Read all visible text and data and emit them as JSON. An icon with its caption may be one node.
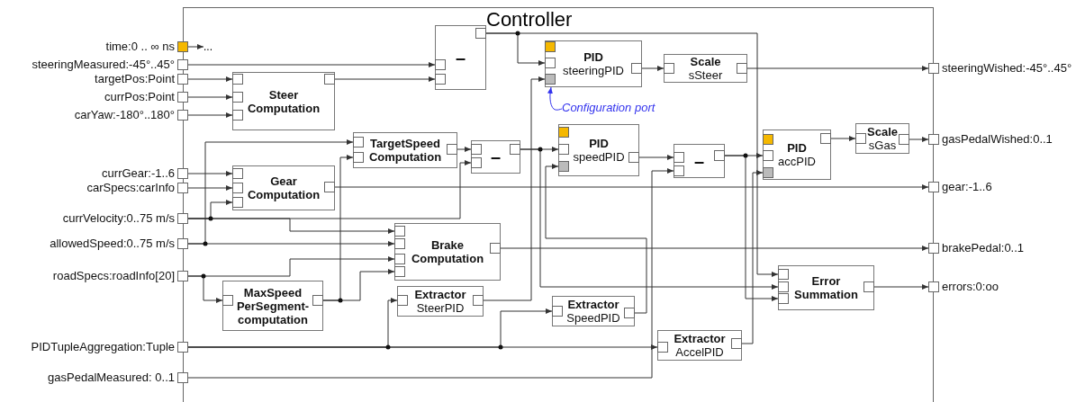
{
  "diagram": {
    "nodes": [
      {
        "text": [
          "Controller"
        ]
      },
      {
        "text": [
          "time:0 .. ∞ ns"
        ]
      },
      {
        "text": [
          "steeringMeasured:-45°..45°"
        ]
      },
      {
        "text": [
          "targetPos:Point"
        ]
      },
      {
        "text": [
          "currPos:Point"
        ]
      },
      {
        "text": [
          "carYaw:-180°..180°"
        ]
      },
      {
        "text": [
          "currGear:-1..6"
        ]
      },
      {
        "text": [
          "carSpecs:carInfo"
        ]
      },
      {
        "text": [
          "currVelocity:0..75 m/s"
        ]
      },
      {
        "text": [
          "allowedSpeed:0..75 m/s"
        ]
      },
      {
        "text": [
          "roadSpecs:roadInfo[20]"
        ]
      },
      {
        "text": [
          "PIDTupleAggregation:Tuple"
        ]
      },
      {
        "text": [
          "gasPedalMeasured: 0..1"
        ]
      },
      {
        "text": [
          "steeringWished:-45°..45°"
        ]
      },
      {
        "text": [
          "gasPedalWished:0..1"
        ]
      },
      {
        "text": [
          "gear:-1..6"
        ]
      },
      {
        "text": [
          "brakePedal:0..1"
        ]
      },
      {
        "text": [
          "errors:0:oo"
        ]
      },
      {
        "text": [
          "Steer Computation"
        ],
        "in": 0
      },
      {
        "text": [
          "–"
        ],
        "in": 0
      },
      {
        "text": [
          "PID",
          "steeringPID"
        ],
        "in": 0
      },
      {
        "text": [
          "Scale",
          "sSteer"
        ],
        "in": 0
      },
      {
        "text": [
          "TargetSpeed Computation"
        ],
        "in": 0
      },
      {
        "text": [
          "–"
        ],
        "in": 0
      },
      {
        "text": [
          "PID",
          "speedPID"
        ],
        "in": 0
      },
      {
        "text": [
          "–"
        ],
        "in": 0
      },
      {
        "text": [
          "PID",
          "accPID"
        ],
        "in": 0
      },
      {
        "text": [
          "Scale",
          "sGas"
        ],
        "in": 0
      },
      {
        "text": [
          "Gear Computation"
        ],
        "in": 0
      },
      {
        "text": [
          "Brake Computation"
        ],
        "in": 0
      },
      {
        "text": [
          "MaxSpeed PerSegment-computation"
        ],
        "in": 0
      },
      {
        "text": [
          "Error Summation"
        ],
        "in": 0
      },
      {
        "text": [
          "Extractor",
          "SteerPID"
        ],
        "in": 0
      },
      {
        "text": [
          "Extractor",
          "SpeedPID"
        ],
        "in": 0
      },
      {
        "text": [
          "Extractor",
          "AccelPID"
        ],
        "in": 0
      },
      {
        "text": [
          "..."
        ],
        "in": 0
      },
      {
        "text": [
          "Configuration port"
        ],
        "in": 0
      }
    ],
    "edges": [
      {
        "from": 1,
        "to": 35,
        "arrow": "to"
      },
      {
        "from": 2,
        "to": 19,
        "arrow": "to"
      },
      {
        "from": 3,
        "to": 18,
        "arrow": "to"
      },
      {
        "from": 4,
        "to": 18,
        "arrow": "to"
      },
      {
        "from": 5,
        "to": 18,
        "arrow": "to"
      },
      {
        "from": 18,
        "to": 19,
        "arrow": "to"
      },
      {
        "from": 19,
        "to": 20,
        "arrow": "to"
      },
      {
        "from": 19,
        "to": 31,
        "arrow": "to"
      },
      {
        "from": 20,
        "to": 21,
        "arrow": "to"
      },
      {
        "from": 21,
        "to": 13,
        "arrow": "to"
      },
      {
        "from": 9,
        "to": 22,
        "arrow": "to"
      },
      {
        "from": 30,
        "to": 22,
        "arrow": "to"
      },
      {
        "from": 22,
        "to": 23,
        "arrow": "to"
      },
      {
        "from": 8,
        "to": 23,
        "arrow": "to"
      },
      {
        "from": 8,
        "to": 29,
        "arrow": "to"
      },
      {
        "from": 8,
        "to": 28,
        "arrow": "to"
      },
      {
        "from": 6,
        "to": 28,
        "arrow": "to"
      },
      {
        "from": 7,
        "to": 28,
        "arrow": "to"
      },
      {
        "from": 28,
        "to": 15,
        "arrow": "to"
      },
      {
        "from": 9,
        "to": 29,
        "arrow": "to"
      },
      {
        "from": 10,
        "to": 29,
        "arrow": "to"
      },
      {
        "from": 30,
        "to": 29,
        "arrow": "to"
      },
      {
        "from": 10,
        "to": 30,
        "arrow": "to"
      },
      {
        "from": 29,
        "to": 16,
        "arrow": "to"
      },
      {
        "from": 23,
        "to": 24,
        "arrow": "to"
      },
      {
        "from": 23,
        "to": 31,
        "arrow": "to"
      },
      {
        "from": 24,
        "to": 25,
        "arrow": "to"
      },
      {
        "from": 12,
        "to": 25,
        "arrow": "to"
      },
      {
        "from": 25,
        "to": 26,
        "arrow": "to"
      },
      {
        "from": 25,
        "to": 31,
        "arrow": "to"
      },
      {
        "from": 26,
        "to": 27,
        "arrow": "to"
      },
      {
        "from": 27,
        "to": 14,
        "arrow": "to"
      },
      {
        "from": 11,
        "to": 32,
        "arrow": "to"
      },
      {
        "from": 11,
        "to": 33,
        "arrow": "to"
      },
      {
        "from": 11,
        "to": 34,
        "arrow": "to"
      },
      {
        "from": 32,
        "to": 20,
        "arrow": "to"
      },
      {
        "from": 33,
        "to": 24,
        "arrow": "to"
      },
      {
        "from": 34,
        "to": 26,
        "arrow": "to"
      },
      {
        "from": 31,
        "to": 17,
        "arrow": "to"
      },
      {
        "from": 36,
        "to": 20,
        "arrow": "to",
        "color": "#3333ee"
      }
    ]
  }
}
